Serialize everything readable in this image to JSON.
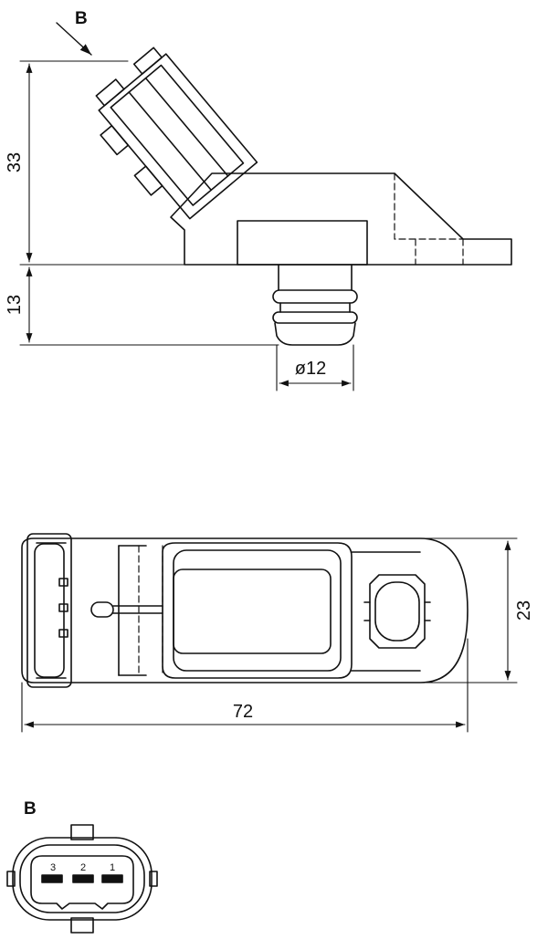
{
  "view_marker": "B",
  "dimensions": {
    "height_top": "33",
    "height_bottom": "13",
    "diameter": "ø12",
    "width": "23",
    "length": "72"
  },
  "connector_view": {
    "label": "B",
    "pins": [
      "3",
      "2",
      "1"
    ]
  },
  "colors": {
    "line": "#111111",
    "background": "#ffffff"
  }
}
